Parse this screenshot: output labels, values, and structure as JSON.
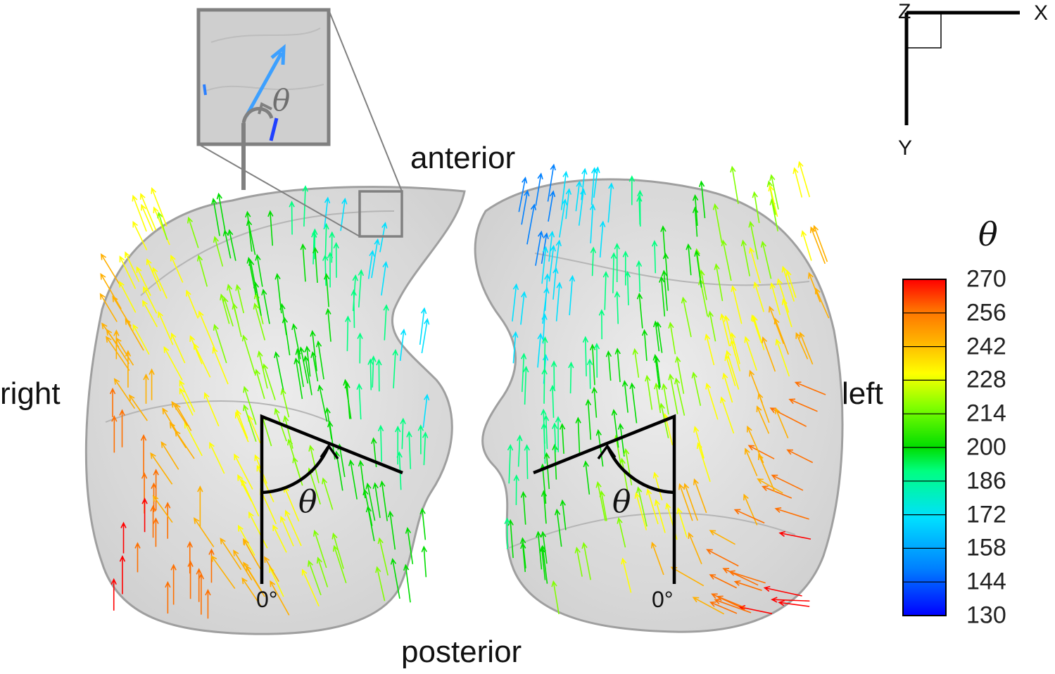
{
  "labels": {
    "anterior": "anterior",
    "posterior": "posterior",
    "right": "right",
    "left": "left",
    "zero_right": "0°",
    "zero_left": "0°",
    "theta_right": "θ",
    "theta_left": "θ",
    "theta_inset": "θ"
  },
  "axes": {
    "x": "X",
    "y": "Y",
    "z": "Z"
  },
  "colorbar": {
    "title": "θ",
    "ticks": [
      "270",
      "256",
      "242",
      "228",
      "214",
      "200",
      "186",
      "172",
      "158",
      "144",
      "130"
    ],
    "min": 130,
    "max": 270,
    "colors": [
      "#0000ff",
      "#0080ff",
      "#00e0ff",
      "#00ff80",
      "#00dd00",
      "#80ff00",
      "#ffff00",
      "#ffb000",
      "#ff7000",
      "#ff0000"
    ]
  },
  "colors": {
    "lung_fill": "#d9d9d9",
    "lung_edge": "#9a9a9a",
    "inset_frame": "#808080",
    "angle_lines": "#000000"
  }
}
